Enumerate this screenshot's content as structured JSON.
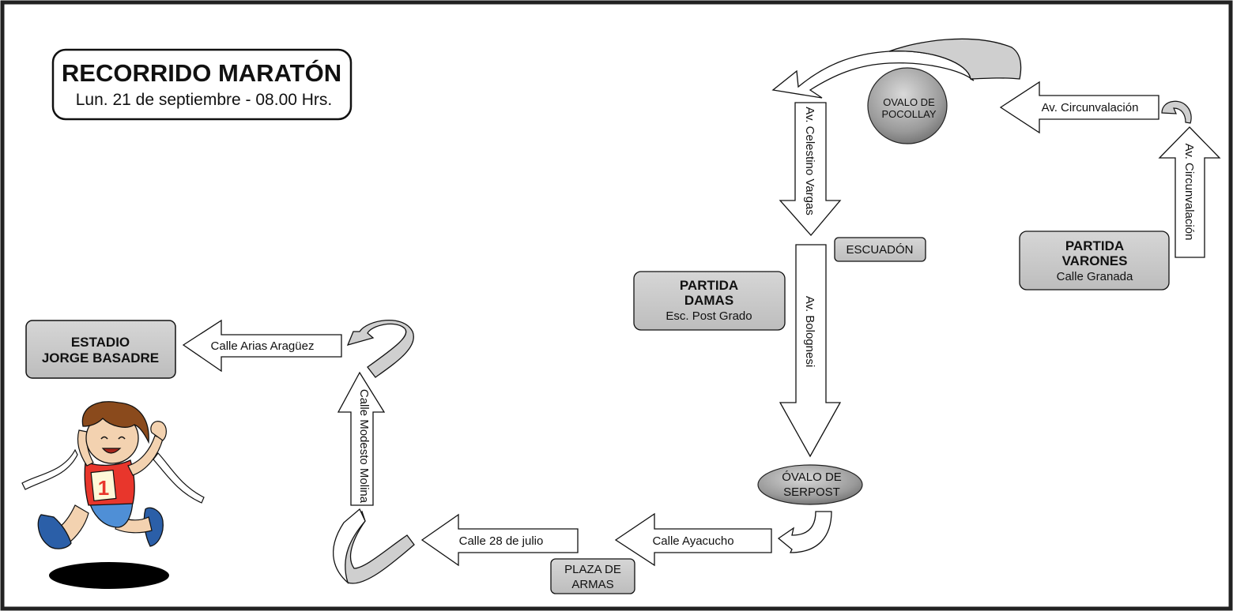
{
  "title": {
    "main": "RECORRIDO MARATÓN",
    "date": "Lun. 21 de septiembre - 08.00 Hrs."
  },
  "places": {
    "estadio": {
      "line1": "ESTADIO",
      "line2": "JORGE BASADRE"
    },
    "partida_damas": {
      "line1": "PARTIDA",
      "line2": "DAMAS",
      "line3": "Esc. Post Grado"
    },
    "partida_varones": {
      "line1": "PARTIDA",
      "line2": "VARONES",
      "line3": "Calle Granada"
    },
    "escuadron": "ESCUADÓN",
    "plaza_armas": {
      "line1": "PLAZA DE",
      "line2": "ARMAS"
    },
    "ovalo_pocollay": {
      "line1": "OVALO DE",
      "line2": "POCOLLAY"
    },
    "ovalo_serpost": {
      "line1": "ÓVALO DE",
      "line2": "SERPOST"
    }
  },
  "streets": {
    "arias_araguez": "Calle Arias Aragüez",
    "modesto_molina": "Calle Modesto Molina",
    "calle_28_julio": "Calle 28 de julio",
    "ayacucho": "Calle Ayacucho",
    "bolognesi": "Av. Bolognesi",
    "celestino_vargas": "Av. Celestino Vargas",
    "circunvalacion_h": "Av. Circunvalación",
    "circunvalacion_v": "Av. Circunvalación"
  },
  "mascot": {
    "bib_number": "1"
  },
  "colors": {
    "box_fill": "#c8c8c8",
    "oval_fill": "#9a9a9a",
    "curve_fill": "#cfcfcf",
    "mascot_shirt": "#e8362c",
    "mascot_shorts": "#4f8fd6",
    "mascot_shoes": "#2b5fa8",
    "mascot_hair": "#8a4a1c"
  }
}
